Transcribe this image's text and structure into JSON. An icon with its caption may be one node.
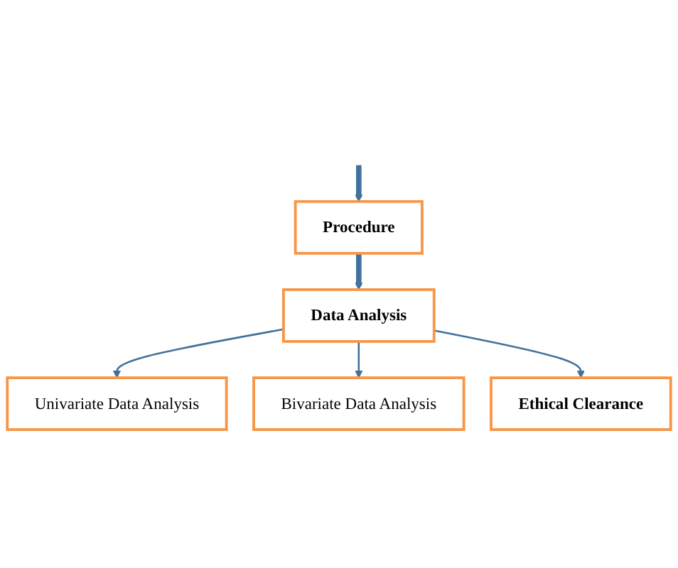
{
  "diagram": {
    "nodes": [
      {
        "text": [
          "Procedure"
        ]
      },
      {
        "text": [
          "Data Analysis"
        ]
      },
      {
        "text": [
          "Univariate Data Analysis"
        ]
      },
      {
        "text": [
          "Bivariate Data Analysis"
        ]
      },
      {
        "text": [
          "Ethical Clearance"
        ]
      }
    ],
    "edges": [
      {
        "from": null,
        "to": 0,
        "arrow": "to",
        "style": "thick"
      },
      {
        "from": 0,
        "to": 1,
        "arrow": "to",
        "style": "thick"
      },
      {
        "from": 1,
        "to": 2,
        "arrow": "to"
      },
      {
        "from": 1,
        "to": 3,
        "arrow": "to"
      },
      {
        "from": 1,
        "to": 4,
        "arrow": "to"
      }
    ]
  }
}
